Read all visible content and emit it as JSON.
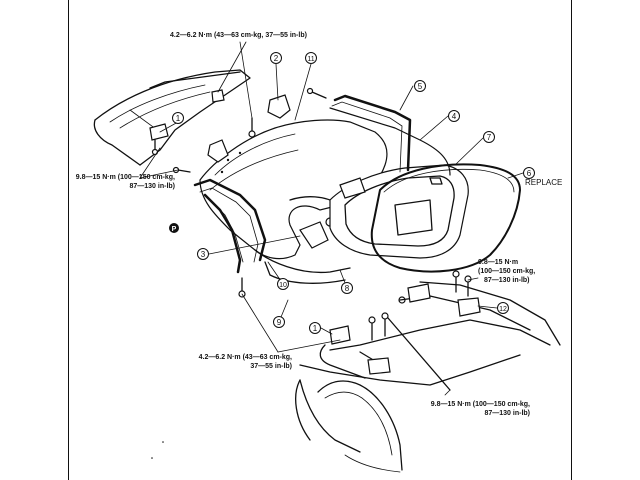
{
  "specs": {
    "top_bolt": "4.2—6.2 N·m (43—63 cm-kg, 37—55 in-lb)",
    "left_bolt": [
      "9.8—15 N·m (100—150 cm-kg,",
      "87—130 in-lb)"
    ],
    "right_bolt": [
      "9.8—15 N·m",
      "(100—150 cm-kg,",
      "87—130 in-lb)"
    ],
    "lower_bolt": [
      "4.2—6.2 N·m (43—63 cm-kg,",
      "37—55 in-lb)"
    ],
    "bottom_bolt": [
      "9.8—15 N·m (100—150 cm-kg,",
      "87—130 in-lb)"
    ]
  },
  "replace_label": "REPLACE",
  "callouts": [
    "1",
    "2",
    "11",
    "5",
    "4",
    "7",
    "6",
    "3",
    "10",
    "8",
    "9",
    "12",
    "1"
  ],
  "p_marker": "P"
}
